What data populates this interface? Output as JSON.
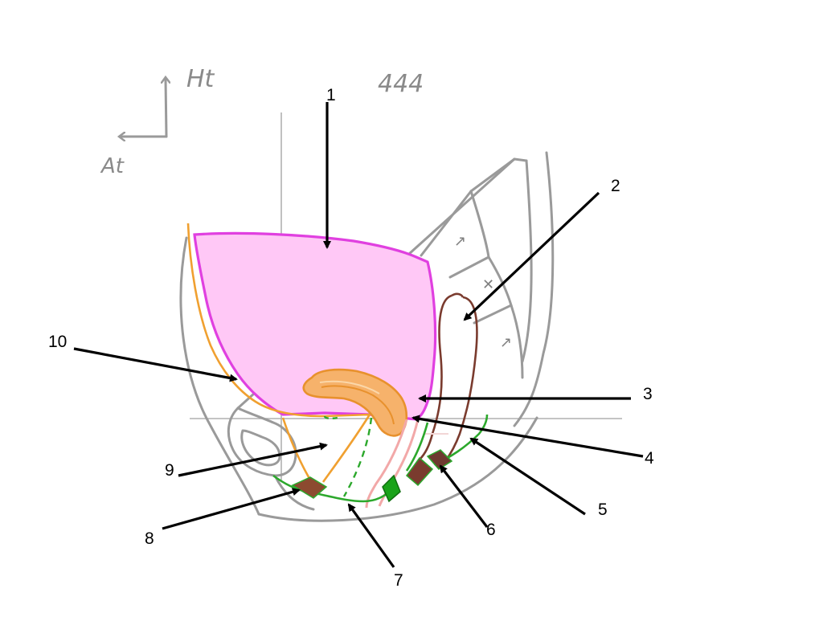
{
  "orientation": {
    "up_label": "Ht",
    "anterior_label": "At"
  },
  "figure_number": "444",
  "labels": [
    "1",
    "2",
    "3",
    "4",
    "5",
    "6",
    "7",
    "8",
    "9",
    "10"
  ],
  "colors": {
    "bladder_fill": "#ffc8f6",
    "bladder_outline": "#e040e0",
    "uterus_fill": "#f6b26b",
    "uterus_outline": "#e8912d",
    "rectum_outline": "#7a3b2e",
    "perineum_green": "#2ca82c",
    "vagina_pink": "#f2a8a8",
    "fascia_orange": "#f0a030",
    "sphincter_brown": "#7a3b2e",
    "outline_gray": "#9a9a9a",
    "leader": "#000000"
  },
  "icons": [
    "arrow-up-icon",
    "arrow-left-icon"
  ]
}
